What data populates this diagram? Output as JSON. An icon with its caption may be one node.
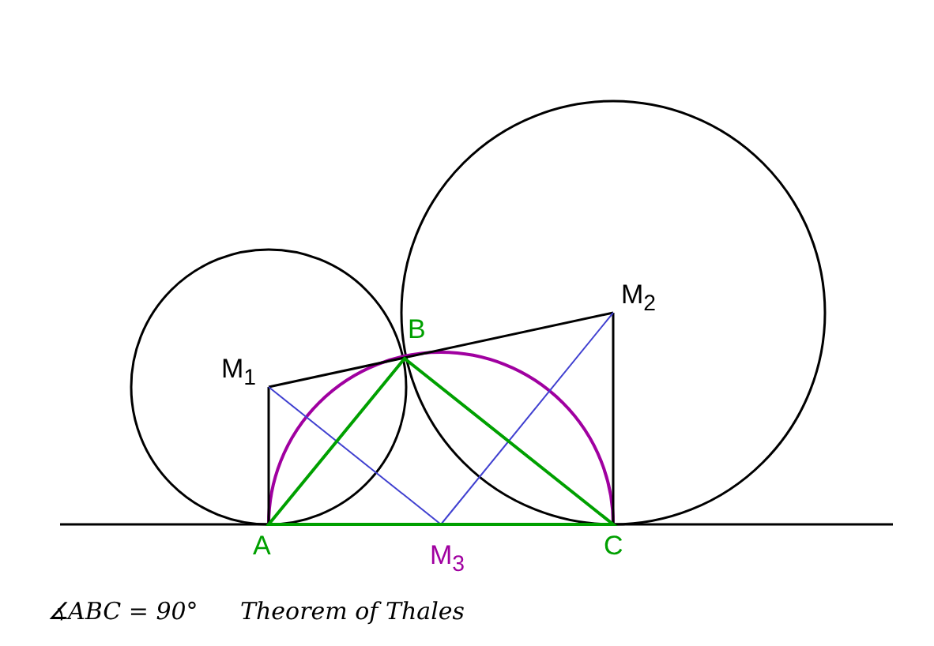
{
  "diagram": {
    "labels": [
      "B",
      "M$_{2}$",
      "M$_{1}$",
      "A",
      "M$_{3}$",
      "C",
      "∡ABC = 90°",
      "Theorem of Thales"
    ]
  }
}
